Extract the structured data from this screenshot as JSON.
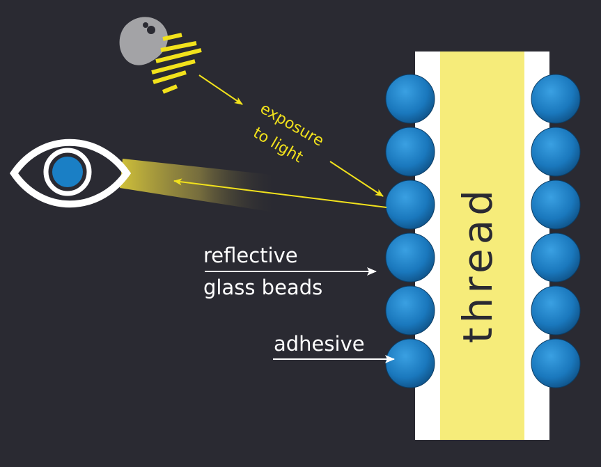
{
  "labels": {
    "exposure_line1": "exposure",
    "exposure_line2": "to light",
    "reflective_line1": "reflective",
    "reflective_line2": "glass beads",
    "adhesive": "adhesive",
    "thread": "thread"
  },
  "icons": {
    "light_source": "flashlight-icon",
    "observer": "eye-icon"
  },
  "colors": {
    "background": "#2a2a32",
    "thread": "#f6ec7a",
    "adhesive": "#ffffff",
    "bead": "#1a78bd",
    "light": "#f2e21c",
    "annotation": "#ffffff"
  },
  "bead_count_per_side": 6
}
